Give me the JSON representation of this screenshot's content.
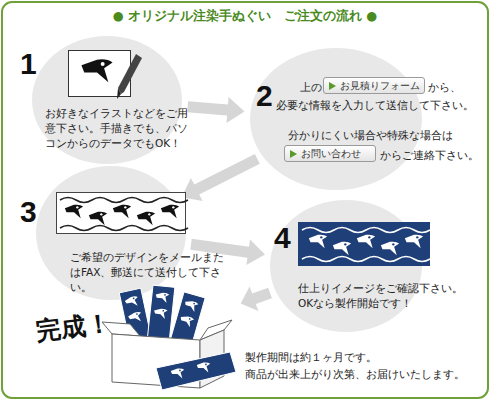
{
  "diagram": {
    "title": "● オリジナル注染手ぬぐい　ご注文の流れ ●",
    "nodes": [
      {
        "text": [
          "1",
          "お好きなイラストなどをご用意下さい。手描きでも、パソコンからのデータでもOK！"
        ]
      },
      {
        "text": [
          "2",
          "上の",
          "から、",
          "必要な情報を入力して送信して下さい。",
          "分かりにくい場合や特殊な場合は",
          "からご連絡下さい。"
        ]
      },
      {
        "text": [
          "お見積りフォーム"
        ],
        "in": 1
      },
      {
        "text": [
          "お問い合わせ"
        ],
        "in": 1
      },
      {
        "text": [
          "3",
          "ご希望のデザインをメールまたはFAX、郵送にて送付して下さい。"
        ]
      },
      {
        "text": [
          "4",
          "仕上りイメージをご確認下さい。OKなら製作開始です！"
        ]
      },
      {
        "text": [
          "完成！",
          "製作期間は約１ヶ月です。",
          "商品が出来上がり次第、お届けいたします。"
        ]
      }
    ],
    "edges": [
      {
        "from": 0,
        "to": 1,
        "arrow": "to"
      },
      {
        "from": 1,
        "to": 4,
        "arrow": "to"
      },
      {
        "from": 4,
        "to": 5,
        "arrow": "to"
      },
      {
        "from": 5,
        "to": 6,
        "arrow": "to"
      }
    ]
  }
}
